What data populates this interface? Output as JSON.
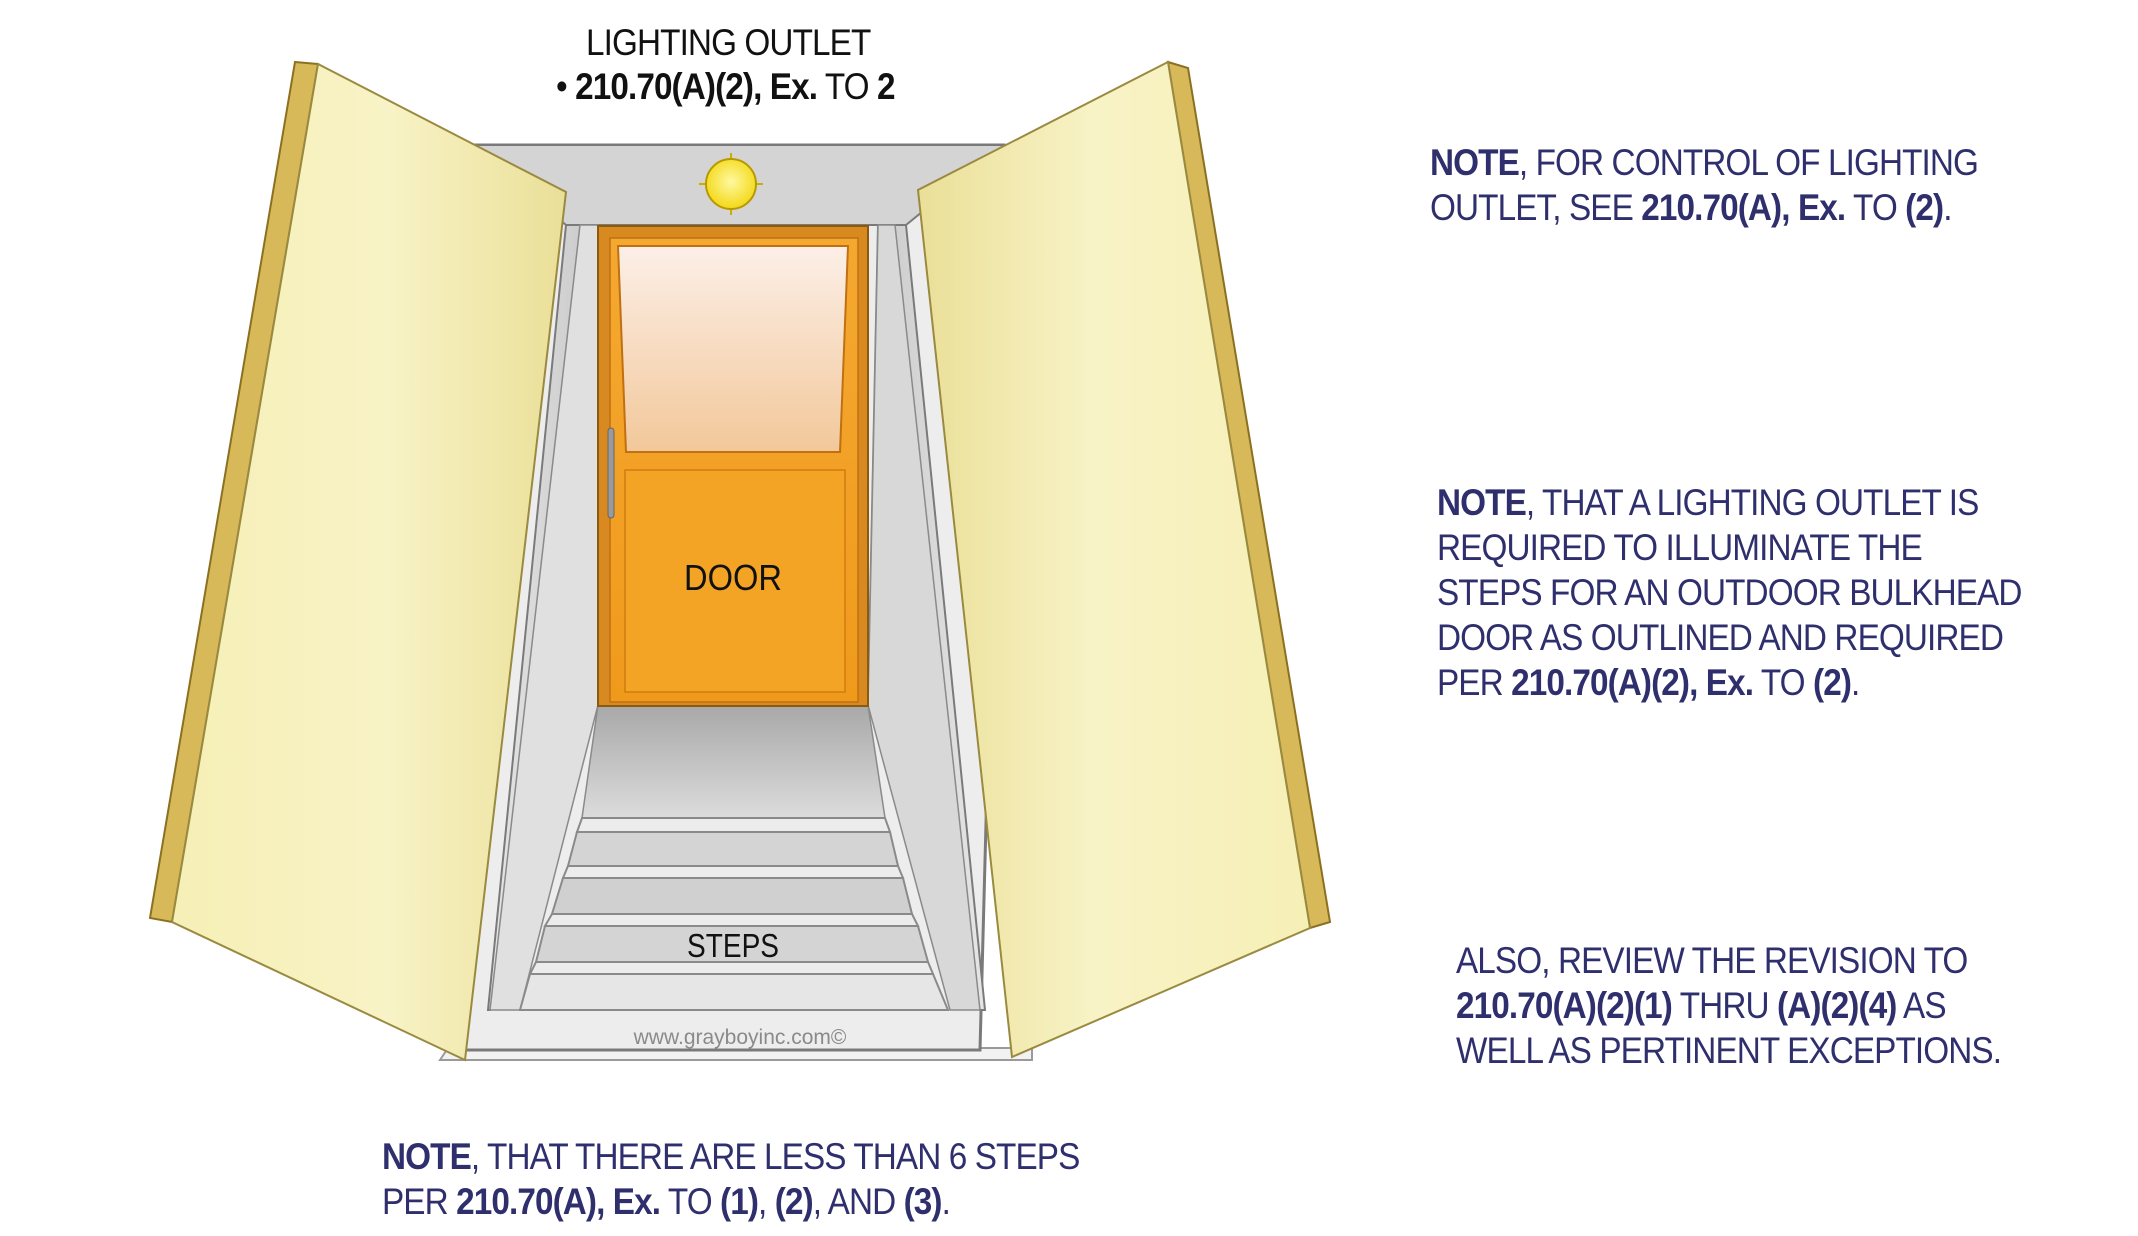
{
  "diagram": {
    "title_label": "LIGHTING OUTLET",
    "title_ref_prefix": "• ",
    "title_ref_bold": "210.70(A)(2), Ex.",
    "title_ref_mid": " TO ",
    "title_ref_end": "2",
    "door_label": "DOOR",
    "steps_label": "STEPS",
    "watermark": "www.grayboyinc.com©"
  },
  "notes": {
    "note1": {
      "l1_b": "NOTE",
      "l1": ", FOR CONTROL OF LIGHTING",
      "l2": "OUTLET, SEE ",
      "l2_b": "210.70(A), Ex.",
      "l2_m": " TO ",
      "l2_b2": "(2)",
      "l2_e": "."
    },
    "note2": {
      "l1_b": "NOTE",
      "l1": ", THAT A LIGHTING OUTLET IS",
      "l2": "REQUIRED TO ILLUMINATE THE",
      "l3": "STEPS FOR AN OUTDOOR BULKHEAD",
      "l4": "DOOR AS OUTLINED AND REQUIRED",
      "l5": "PER ",
      "l5_b": "210.70(A)(2), Ex.",
      "l5_m": " TO ",
      "l5_b2": "(2)",
      "l5_e": "."
    },
    "note3": {
      "l1": "ALSO, REVIEW THE REVISION TO",
      "l2_b": "210.70(A)(2)(1)",
      "l2": " THRU ",
      "l2_b2": "(A)(2)(4)",
      "l2_e": " AS",
      "l3": "WELL AS PERTINENT EXCEPTIONS."
    },
    "note4": {
      "l1_b": "NOTE",
      "l1": ", THAT THERE ARE LESS THAN 6 STEPS",
      "l2": "PER ",
      "l2_b": "210.70(A), Ex.",
      "l2_m": " TO ",
      "l2_b2": "(1)",
      "l2_s": ", ",
      "l2_b3": "(2)",
      "l2_m2": ", AND ",
      "l2_b4": "(3)",
      "l2_e": "."
    }
  },
  "colors": {
    "note_text": "#2f2f6e",
    "panel": "#f5eeb4",
    "panel_edge": "#d4b355",
    "door": "#f3a12a",
    "door_frame": "#c8781a",
    "light": "#f5e21d"
  }
}
